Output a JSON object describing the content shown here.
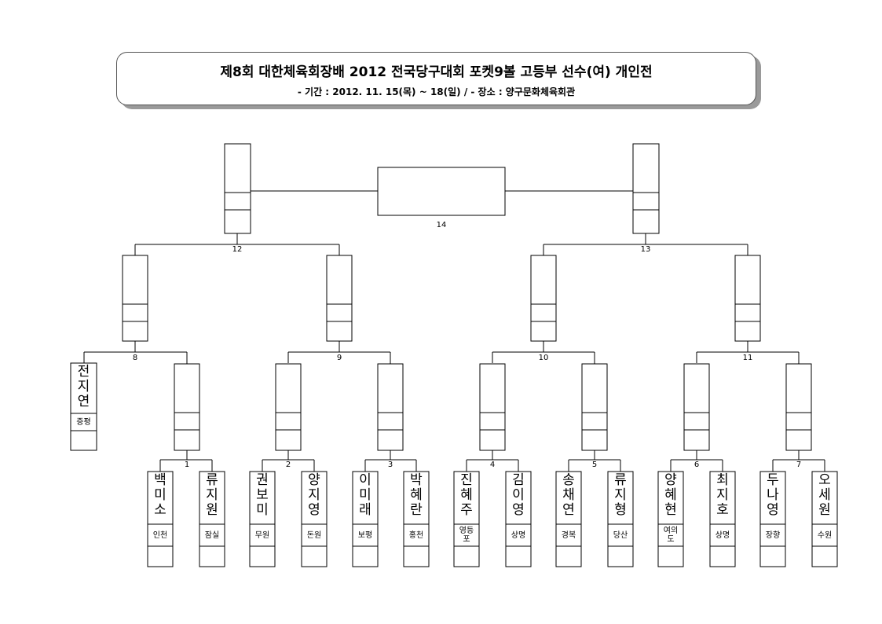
{
  "header": {
    "title": "제8회 대한체육회장배 2012 전국당구대회 포켓9볼 고등부 선수(여) 개인전",
    "subtitle": "- 기간 : 2012. 11. 15(목) ~ 18(일)  /  - 장소 : 양구문화체육회관"
  },
  "bye_player": {
    "name": "전지연",
    "region": "증평"
  },
  "players": [
    {
      "name": "백미소",
      "region": "인천"
    },
    {
      "name": "류지원",
      "region": "잠실"
    },
    {
      "name": "권보미",
      "region": "무원"
    },
    {
      "name": "양지영",
      "region": "돈원"
    },
    {
      "name": "이미래",
      "region": "보평"
    },
    {
      "name": "박혜란",
      "region": "홍천"
    },
    {
      "name": "진혜주",
      "region": "영등포"
    },
    {
      "name": "김이영",
      "region": "상명"
    },
    {
      "name": "송채연",
      "region": "경복"
    },
    {
      "name": "류지형",
      "region": "당산"
    },
    {
      "name": "양혜현",
      "region": "여의도"
    },
    {
      "name": "최지호",
      "region": "상명"
    },
    {
      "name": "두나영",
      "region": "장향"
    },
    {
      "name": "오세원",
      "region": "수원"
    }
  ],
  "match_numbers": [
    "1",
    "2",
    "3",
    "4",
    "5",
    "6",
    "7",
    "8",
    "9",
    "10",
    "11",
    "12",
    "13",
    "14"
  ]
}
